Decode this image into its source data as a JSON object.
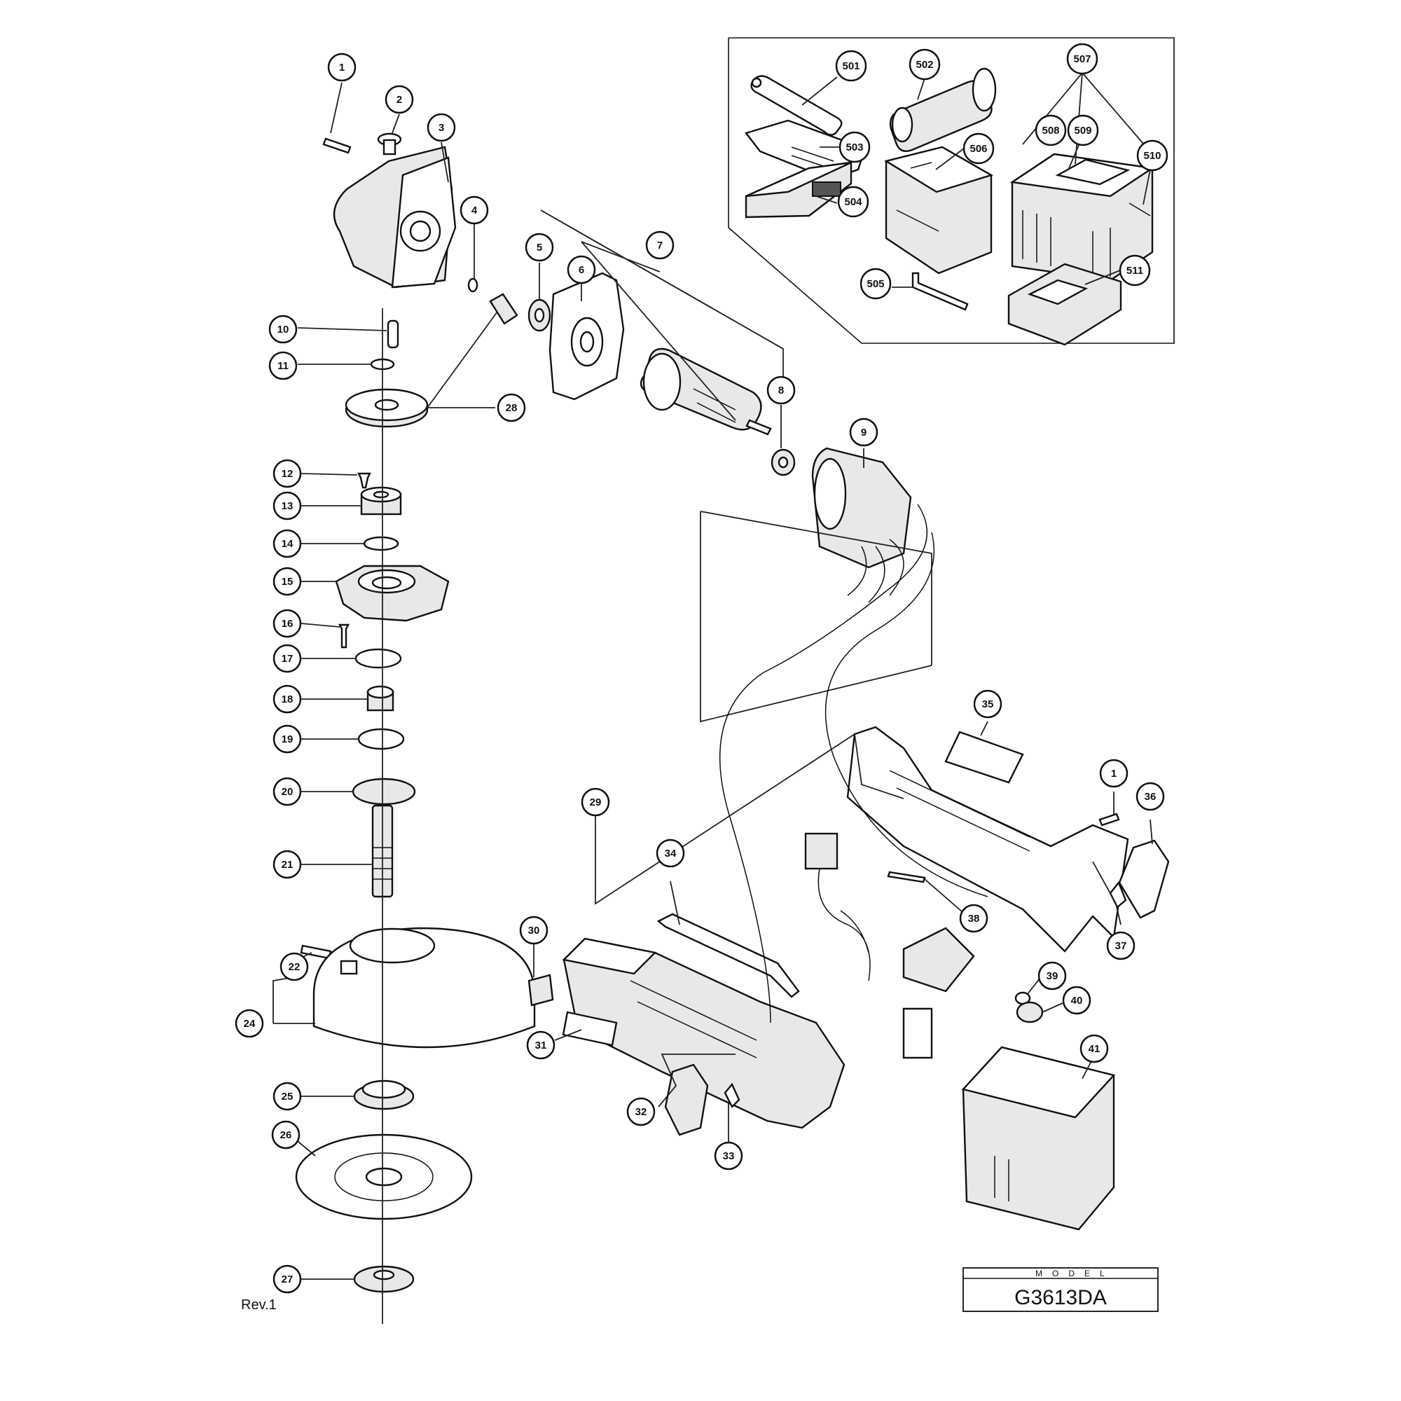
{
  "model": {
    "caption": "MODEL",
    "name": "G3613DA"
  },
  "revision": "Rev.1",
  "callouts": [
    {
      "id": "c1",
      "label": "1"
    },
    {
      "id": "c2",
      "label": "2"
    },
    {
      "id": "c3",
      "label": "3"
    },
    {
      "id": "c4",
      "label": "4"
    },
    {
      "id": "c5",
      "label": "5"
    },
    {
      "id": "c6",
      "label": "6"
    },
    {
      "id": "c7",
      "label": "7"
    },
    {
      "id": "c8",
      "label": "8"
    },
    {
      "id": "c9",
      "label": "9"
    },
    {
      "id": "c10",
      "label": "10"
    },
    {
      "id": "c11",
      "label": "11"
    },
    {
      "id": "c12",
      "label": "12"
    },
    {
      "id": "c13",
      "label": "13"
    },
    {
      "id": "c14",
      "label": "14"
    },
    {
      "id": "c15",
      "label": "15"
    },
    {
      "id": "c16",
      "label": "16"
    },
    {
      "id": "c17",
      "label": "17"
    },
    {
      "id": "c18",
      "label": "18"
    },
    {
      "id": "c19",
      "label": "19"
    },
    {
      "id": "c20",
      "label": "20"
    },
    {
      "id": "c21",
      "label": "21"
    },
    {
      "id": "c22",
      "label": "22"
    },
    {
      "id": "c24",
      "label": "24"
    },
    {
      "id": "c25",
      "label": "25"
    },
    {
      "id": "c26",
      "label": "26"
    },
    {
      "id": "c27",
      "label": "27"
    },
    {
      "id": "c28",
      "label": "28"
    },
    {
      "id": "c29",
      "label": "29"
    },
    {
      "id": "c30",
      "label": "30"
    },
    {
      "id": "c31",
      "label": "31"
    },
    {
      "id": "c32",
      "label": "32"
    },
    {
      "id": "c33",
      "label": "33"
    },
    {
      "id": "c34",
      "label": "34"
    },
    {
      "id": "c35",
      "label": "35"
    },
    {
      "id": "c1b",
      "label": "1"
    },
    {
      "id": "c36",
      "label": "36"
    },
    {
      "id": "c37",
      "label": "37"
    },
    {
      "id": "c38",
      "label": "38"
    },
    {
      "id": "c39",
      "label": "39"
    },
    {
      "id": "c40",
      "label": "40"
    },
    {
      "id": "c41",
      "label": "41"
    },
    {
      "id": "c501",
      "label": "501"
    },
    {
      "id": "c502",
      "label": "502"
    },
    {
      "id": "c503",
      "label": "503"
    },
    {
      "id": "c504",
      "label": "504"
    },
    {
      "id": "c505",
      "label": "505"
    },
    {
      "id": "c506",
      "label": "506"
    },
    {
      "id": "c507",
      "label": "507"
    },
    {
      "id": "c508",
      "label": "508"
    },
    {
      "id": "c509",
      "label": "509"
    },
    {
      "id": "c510",
      "label": "510"
    },
    {
      "id": "c511",
      "label": "511"
    }
  ]
}
